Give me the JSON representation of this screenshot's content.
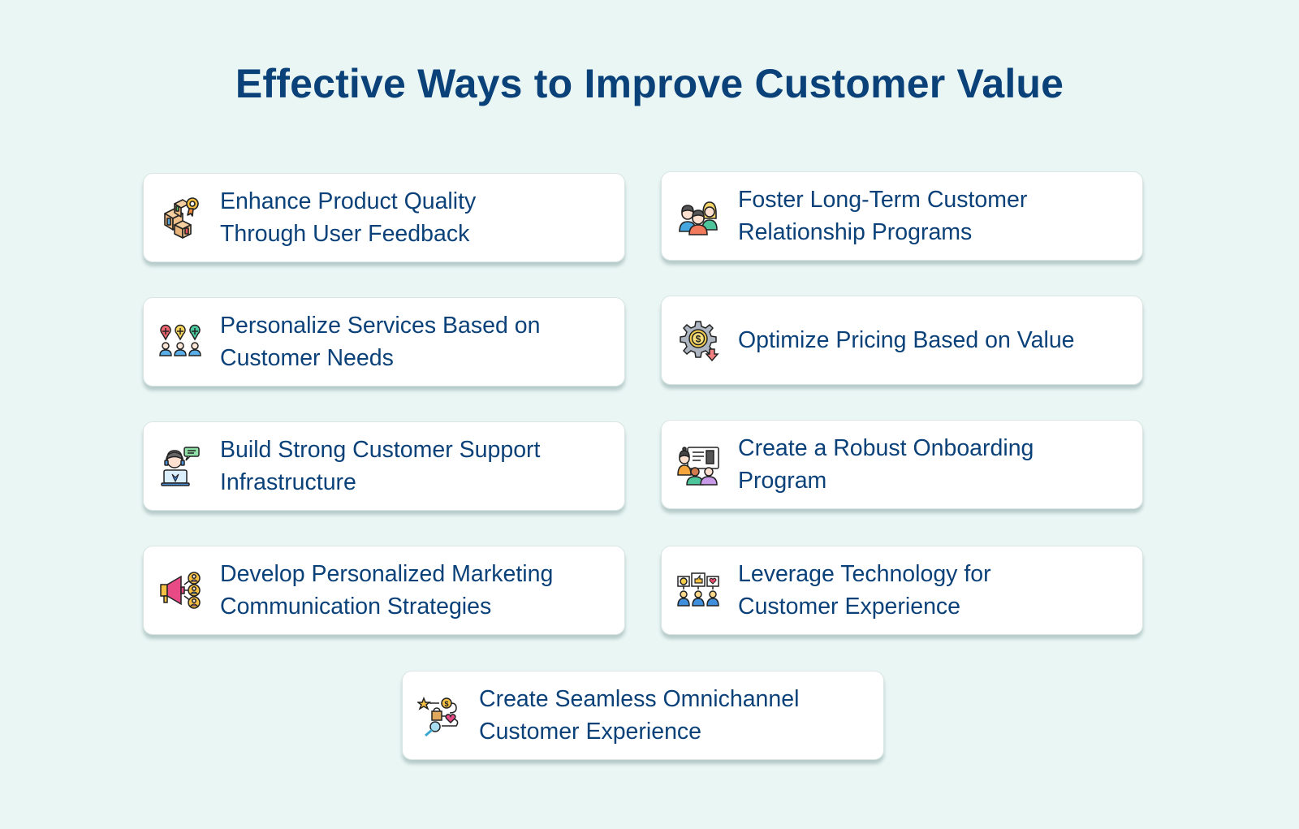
{
  "title": "Effective Ways to Improve Customer Value",
  "cards": [
    {
      "label": "Enhance Product Quality\nThrough User Feedback",
      "icon": "product-quality-boxes-icon"
    },
    {
      "label": "Foster Long-Term Customer\nRelationship Programs",
      "icon": "customer-group-icon"
    },
    {
      "label": "Personalize Services Based on\nCustomer Needs",
      "icon": "personalized-users-icon"
    },
    {
      "label": "Optimize Pricing Based on Value",
      "icon": "pricing-gear-icon"
    },
    {
      "label": "Build Strong Customer Support\nInfrastructure",
      "icon": "support-agent-icon"
    },
    {
      "label": "Create a Robust Onboarding\nProgram",
      "icon": "onboarding-presentation-icon"
    },
    {
      "label": "Develop Personalized Marketing\nCommunication Strategies",
      "icon": "megaphone-audience-icon"
    },
    {
      "label": "Leverage Technology for\nCustomer Experience",
      "icon": "feedback-technology-icon"
    },
    {
      "label": "Create Seamless Omnichannel\nCustomer Experience",
      "icon": "omnichannel-journey-icon"
    }
  ],
  "colors": {
    "background": "#eaf6f4",
    "title": "#0b4179",
    "card": "#ffffff"
  }
}
